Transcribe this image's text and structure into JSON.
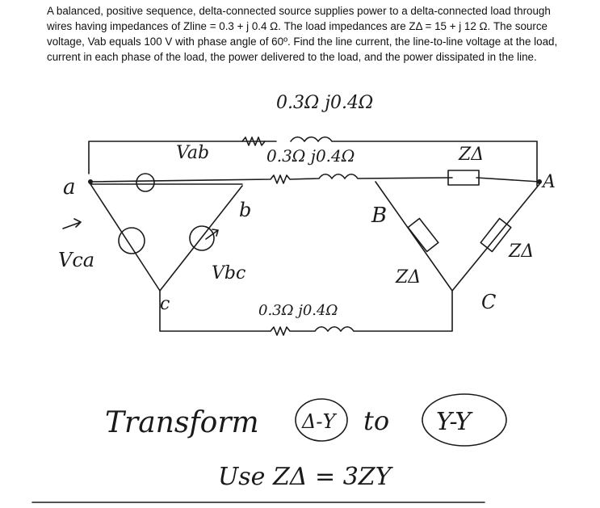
{
  "problem": {
    "text": "A balanced, positive sequence, delta-connected source supplies power to a delta-connected load through wires having impedances of Zline = 0.3 + j 0.4 Ω. The load impedances are ZΔ = 15 + j 12 Ω. The source voltage, Vab equals 100 V with phase angle of 60º. Find the line current, the line-to-line voltage at the load, current in each phase of the load, the power delivered to the load, and the power dissipated in the line."
  },
  "sketch": {
    "line_top_label": "0.3Ω   j0.4Ω",
    "line_mid_label": "0.3Ω   j0.4Ω",
    "line_bottom_label": "0.3Ω   j0.4Ω",
    "node_a": "a",
    "node_b": "b",
    "node_c": "c",
    "node_A": "A",
    "node_B": "B",
    "node_C": "C",
    "v_ab": "Vab",
    "v_bc": "Vbc",
    "v_ca": "Vca",
    "z_top": "ZΔ",
    "z_left": "ZΔ",
    "z_right": "ZΔ",
    "transform_text": "Transform",
    "transform_from": "Δ-Y",
    "transform_to_word": "to",
    "transform_to": "Y-Y",
    "use_text": "Use  ZΔ = 3ZY"
  }
}
